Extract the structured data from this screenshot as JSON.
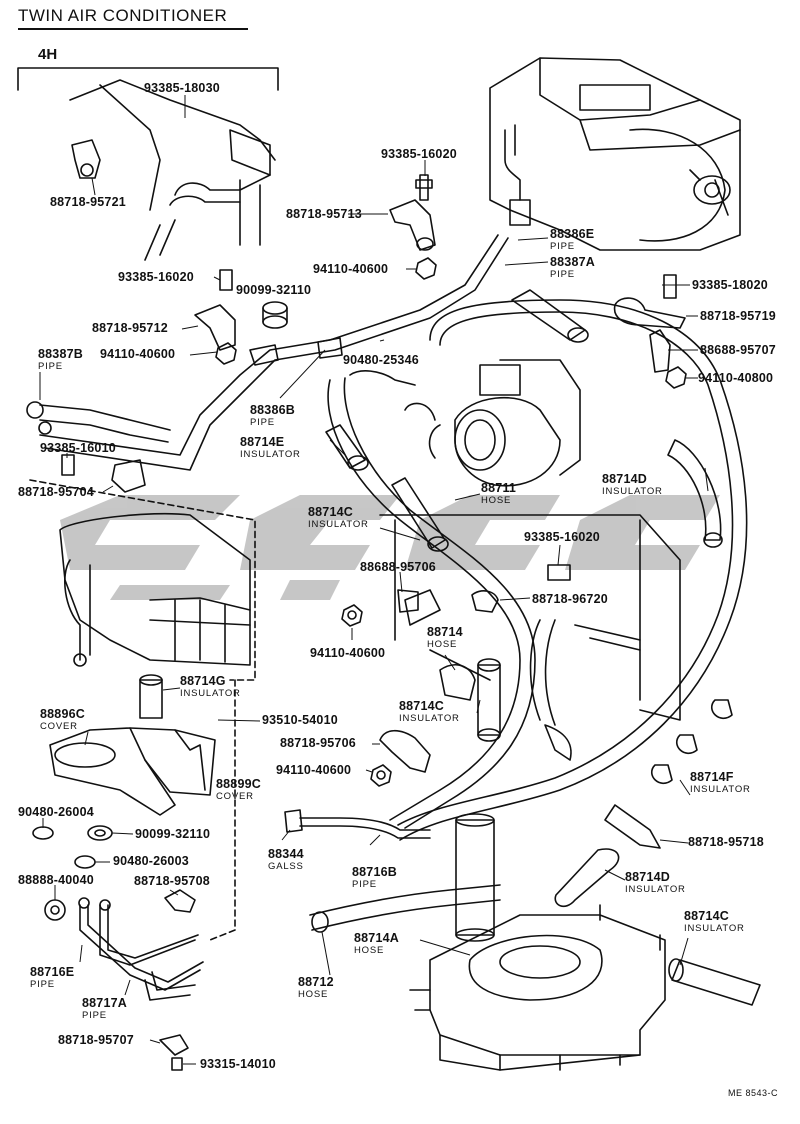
{
  "title": "TWIN AIR CONDITIONER",
  "inset_label": "4H",
  "footer_code": "ME 8543-C",
  "watermark": {
    "color": "#b4b4b4"
  },
  "colors": {
    "line": "#111111",
    "background": "#ffffff"
  },
  "callouts": [
    {
      "id": "93385-18030",
      "part": "93385-18030"
    },
    {
      "id": "88718-95721",
      "part": "88718-95721"
    },
    {
      "id": "93385-16020a",
      "part": "93385-16020"
    },
    {
      "id": "88718-95713",
      "part": "88718-95713"
    },
    {
      "id": "88386E",
      "part": "88386E",
      "desc": "PIPE"
    },
    {
      "id": "88387A",
      "part": "88387A",
      "desc": "PIPE"
    },
    {
      "id": "94110-40600a",
      "part": "94110-40600"
    },
    {
      "id": "93385-16020b",
      "part": "93385-16020"
    },
    {
      "id": "90099-32110a",
      "part": "90099-32110"
    },
    {
      "id": "93385-18020",
      "part": "93385-18020"
    },
    {
      "id": "88718-95719",
      "part": "88718-95719"
    },
    {
      "id": "88718-95712",
      "part": "88718-95712"
    },
    {
      "id": "88688-95707",
      "part": "88688-95707"
    },
    {
      "id": "88387B",
      "part": "88387B",
      "desc": "PIPE"
    },
    {
      "id": "94110-40600b",
      "part": "94110-40600"
    },
    {
      "id": "90480-25346",
      "part": "90480-25346"
    },
    {
      "id": "94110-40800",
      "part": "94110-40800"
    },
    {
      "id": "88386B",
      "part": "88386B",
      "desc": "PIPE"
    },
    {
      "id": "88714E",
      "part": "88714E",
      "desc": "INSULATOR"
    },
    {
      "id": "93385-16010",
      "part": "93385-16010"
    },
    {
      "id": "88718-95704",
      "part": "88718-95704"
    },
    {
      "id": "88714D-a",
      "part": "88714D",
      "desc": "INSULATOR"
    },
    {
      "id": "88711",
      "part": "88711",
      "desc": "HOSE"
    },
    {
      "id": "88714C-a",
      "part": "88714C",
      "desc": "INSULATOR"
    },
    {
      "id": "93385-16020c",
      "part": "93385-16020"
    },
    {
      "id": "88688-95706",
      "part": "88688-95706"
    },
    {
      "id": "88718-96720",
      "part": "88718-96720"
    },
    {
      "id": "94110-40600c",
      "part": "94110-40600"
    },
    {
      "id": "88714",
      "part": "88714",
      "desc": "HOSE"
    },
    {
      "id": "88714G",
      "part": "88714G",
      "desc": "INSULATOR"
    },
    {
      "id": "88714C-b",
      "part": "88714C",
      "desc": "INSULATOR"
    },
    {
      "id": "88896C",
      "part": "88896C",
      "desc": "COVER"
    },
    {
      "id": "93510-54010",
      "part": "93510-54010"
    },
    {
      "id": "88718-95706",
      "part": "88718-95706"
    },
    {
      "id": "94110-40600d",
      "part": "94110-40600"
    },
    {
      "id": "88899C",
      "part": "88899C",
      "desc": "COVER"
    },
    {
      "id": "88714F",
      "part": "88714F",
      "desc": "INSULATOR"
    },
    {
      "id": "90480-26004",
      "part": "90480-26004"
    },
    {
      "id": "90099-32110b",
      "part": "90099-32110"
    },
    {
      "id": "88718-95718",
      "part": "88718-95718"
    },
    {
      "id": "90480-26003",
      "part": "90480-26003"
    },
    {
      "id": "88344",
      "part": "88344",
      "desc": "GALSS"
    },
    {
      "id": "88716B",
      "part": "88716B",
      "desc": "PIPE"
    },
    {
      "id": "88888-40040",
      "part": "88888-40040"
    },
    {
      "id": "88718-95708",
      "part": "88718-95708"
    },
    {
      "id": "88714D-b",
      "part": "88714D",
      "desc": "INSULATOR"
    },
    {
      "id": "88714C-c",
      "part": "88714C",
      "desc": "INSULATOR"
    },
    {
      "id": "88714A",
      "part": "88714A",
      "desc": "HOSE"
    },
    {
      "id": "88716E",
      "part": "88716E",
      "desc": "PIPE"
    },
    {
      "id": "88712",
      "part": "88712",
      "desc": "HOSE"
    },
    {
      "id": "88717A",
      "part": "88717A",
      "desc": "PIPE"
    },
    {
      "id": "88718-95707",
      "part": "88718-95707"
    },
    {
      "id": "93315-14010",
      "part": "93315-14010"
    }
  ]
}
